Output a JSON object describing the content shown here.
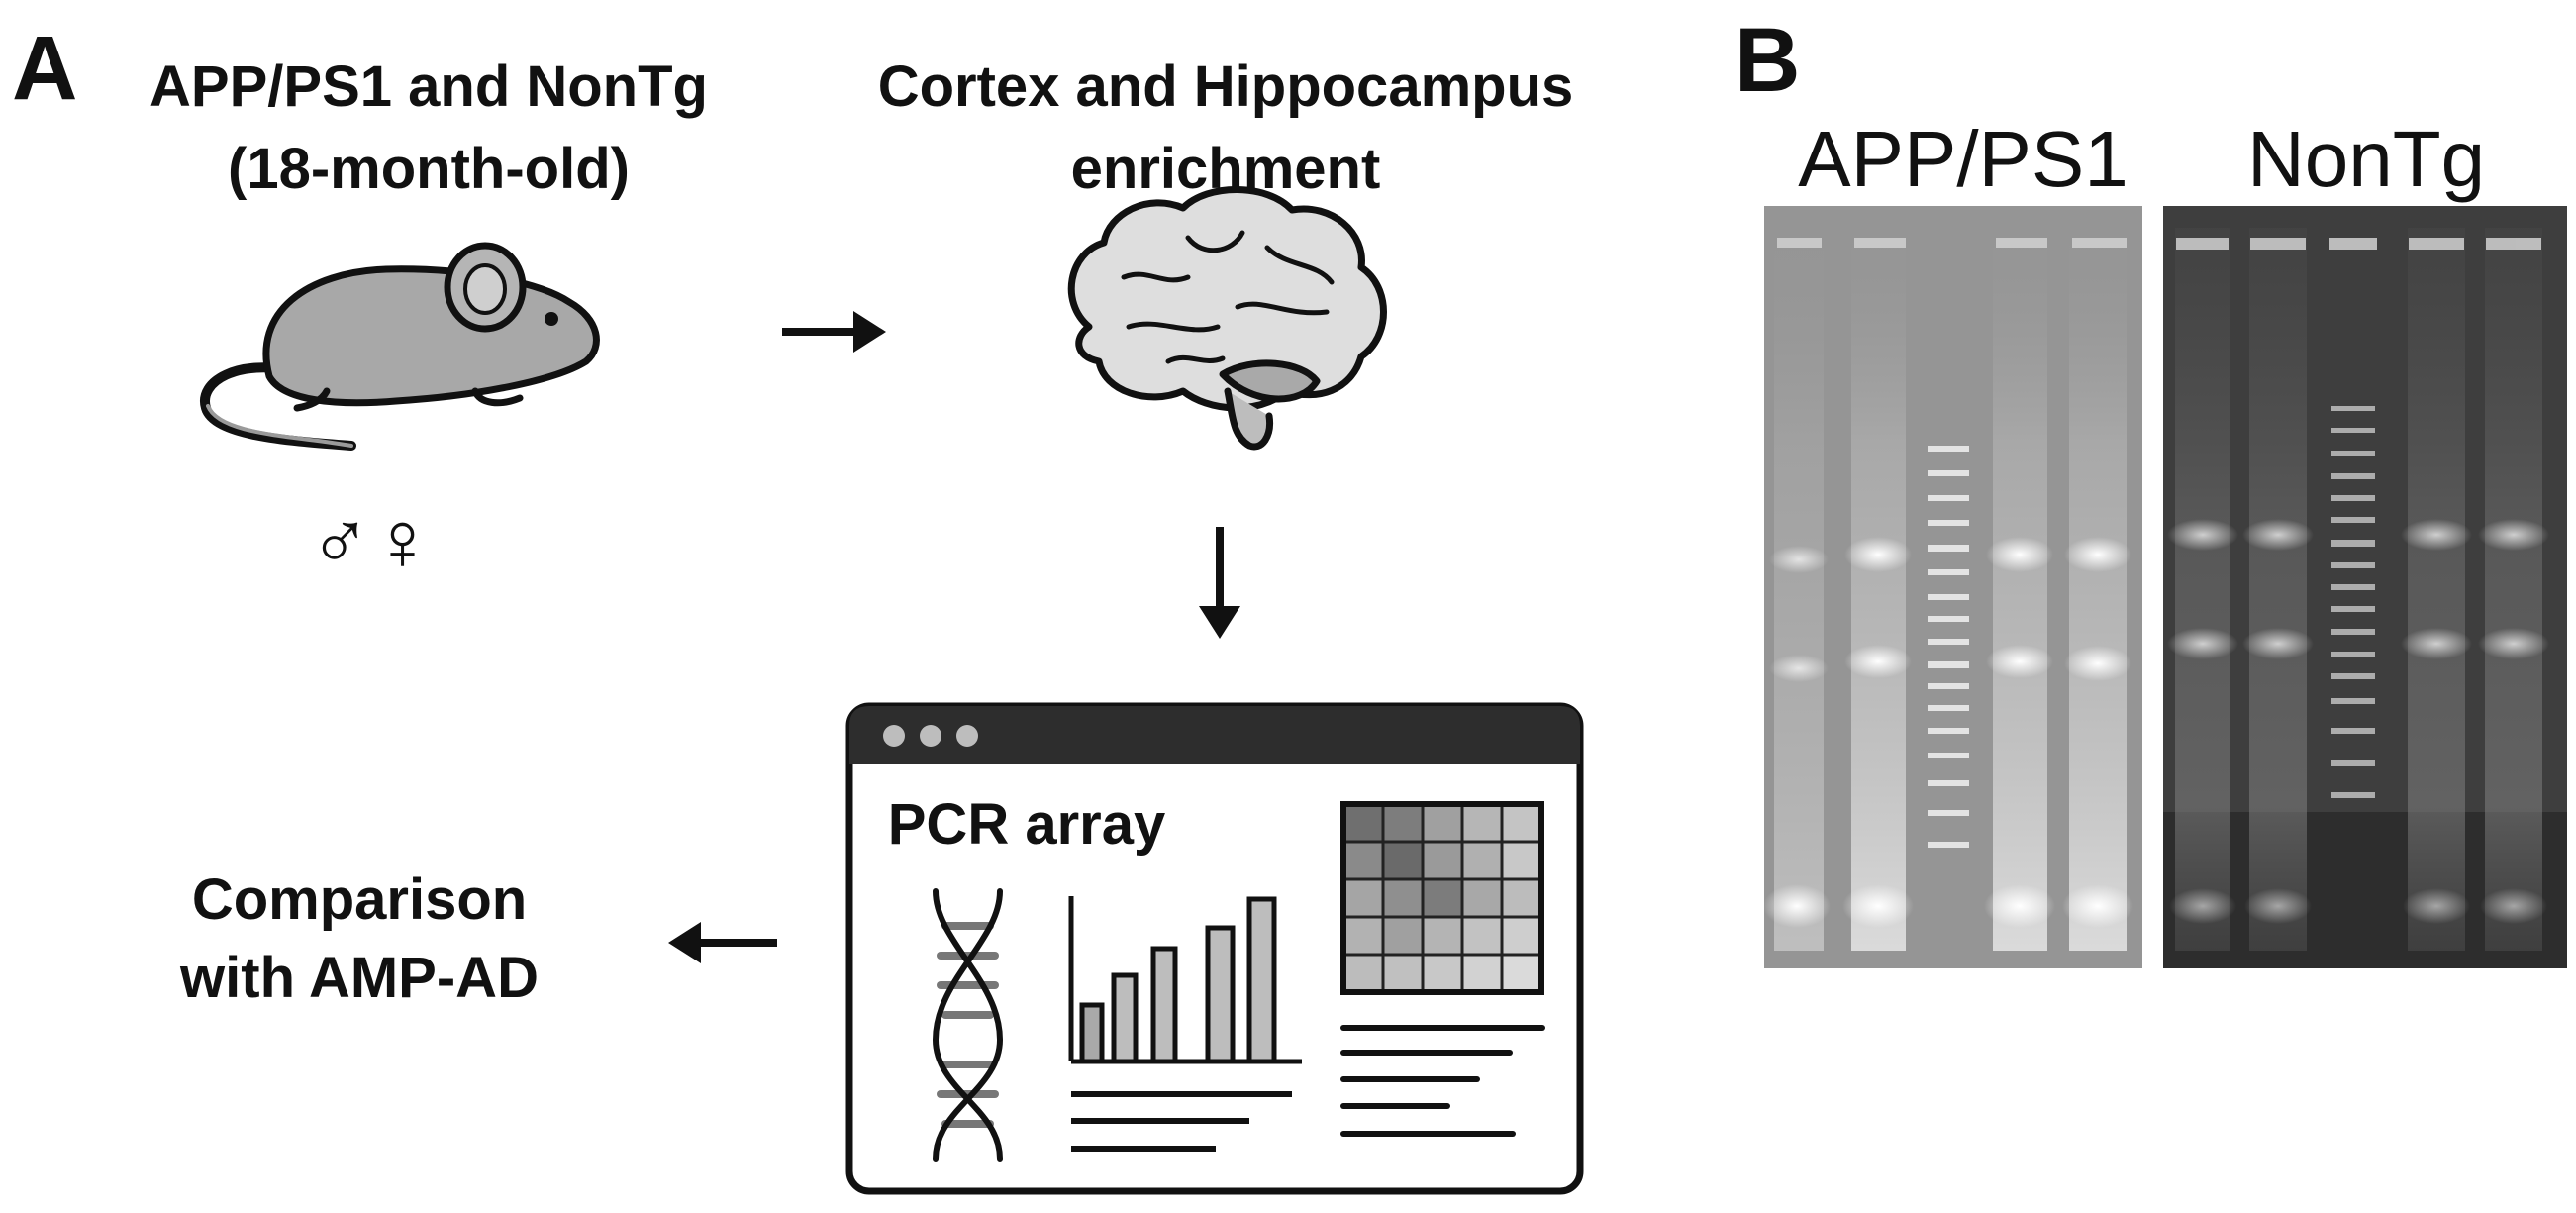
{
  "panel_a": {
    "letter": "A",
    "step1": {
      "line1": "APP/PS1 and NonTg",
      "line2": "(18-month-old)"
    },
    "sex_symbols": "♂♀",
    "step2": {
      "line1": "Cortex and Hippocampus",
      "line2": "enrichment"
    },
    "step3": {
      "title": "PCR array"
    },
    "step4": {
      "line1": "Comparison",
      "line2": "with AMP-AD"
    }
  },
  "panel_b": {
    "letter": "B",
    "gel_left_label": "APP/PS1",
    "gel_right_label": "NonTg"
  }
}
